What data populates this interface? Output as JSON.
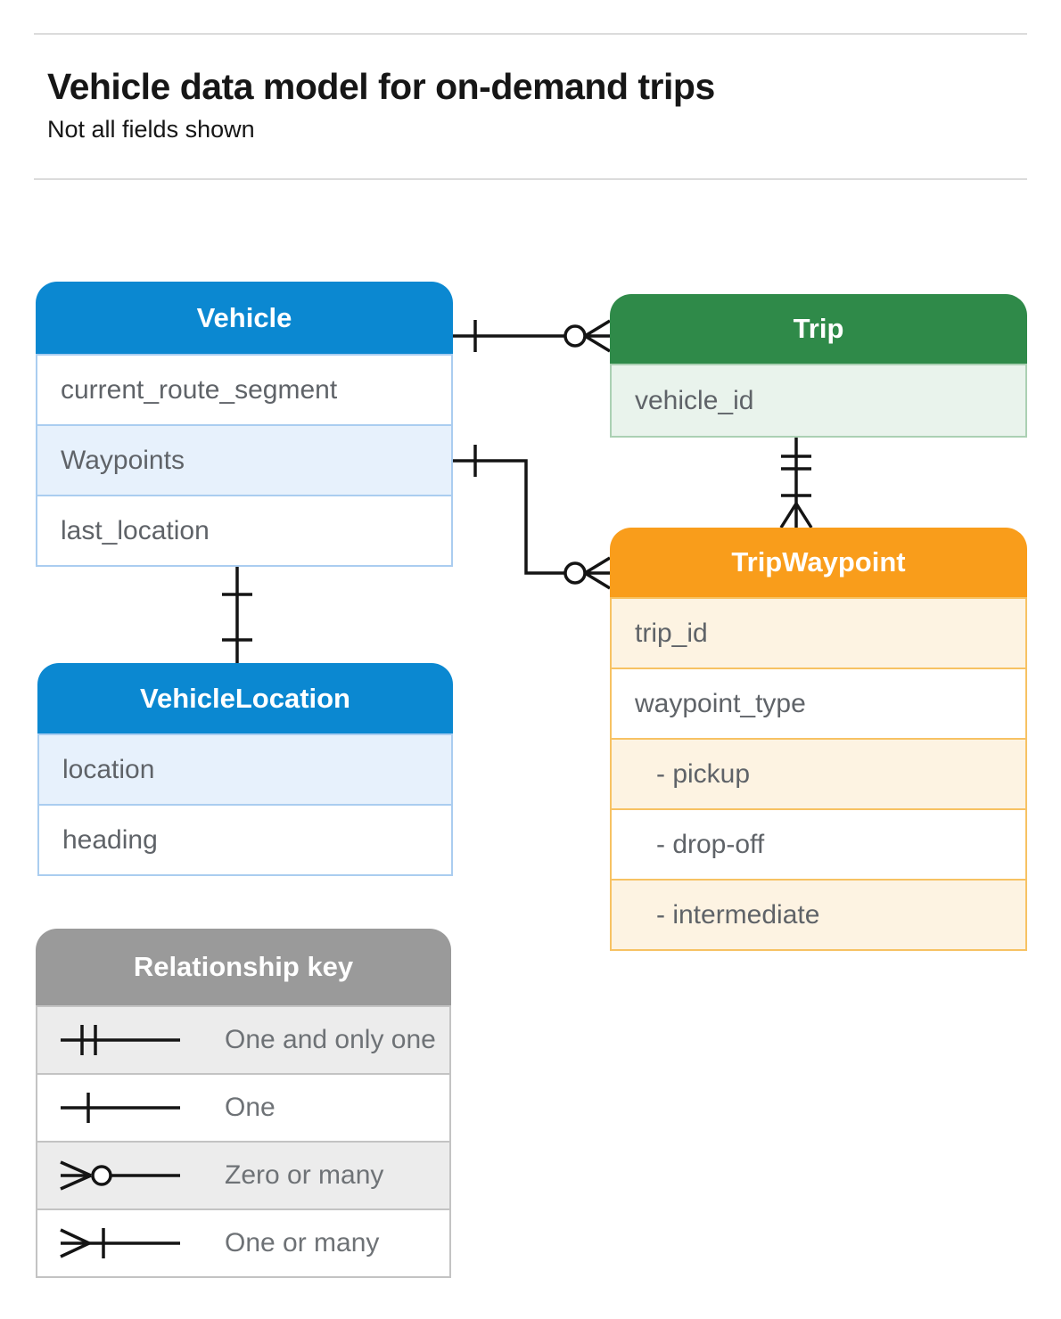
{
  "page": {
    "title": "Vehicle data model for on-demand trips",
    "subtitle": "Not all fields shown"
  },
  "entities": {
    "vehicle": {
      "title": "Vehicle",
      "fields": [
        {
          "label": "current_route_segment"
        },
        {
          "label": "Waypoints"
        },
        {
          "label": "last_location"
        }
      ]
    },
    "trip": {
      "title": "Trip",
      "fields": [
        {
          "label": "vehicle_id"
        }
      ]
    },
    "trip_waypoint": {
      "title": "TripWaypoint",
      "fields": [
        {
          "label": "trip_id"
        },
        {
          "label": "waypoint_type"
        },
        {
          "label": "- pickup"
        },
        {
          "label": "- drop-off"
        },
        {
          "label": "- intermediate"
        }
      ]
    },
    "vehicle_location": {
      "title": "VehicleLocation",
      "fields": [
        {
          "label": "location"
        },
        {
          "label": "heading"
        }
      ]
    }
  },
  "legend": {
    "title": "Relationship key",
    "items": [
      {
        "label": "One and only one",
        "icon": "one-and-only-one-icon"
      },
      {
        "label": "One",
        "icon": "one-icon"
      },
      {
        "label": "Zero or many",
        "icon": "zero-or-many-icon"
      },
      {
        "label": "One or many",
        "icon": "one-or-many-icon"
      }
    ]
  },
  "relationships": [
    {
      "from": "Vehicle",
      "to": "Trip",
      "from_cardinality": "one",
      "to_cardinality": "zero or many"
    },
    {
      "from": "Vehicle.Waypoints",
      "to": "TripWaypoint",
      "from_cardinality": "one",
      "to_cardinality": "zero or many"
    },
    {
      "from": "Trip",
      "to": "TripWaypoint",
      "from_cardinality": "one and only one",
      "to_cardinality": "one or many"
    },
    {
      "from": "Vehicle",
      "to": "VehicleLocation",
      "from_cardinality": "one",
      "to_cardinality": "one"
    }
  ],
  "colors": {
    "blue": "#0b88d1",
    "blue_light": "#e7f1fc",
    "blue_border": "#aacdf0",
    "green": "#2f8a49",
    "green_light": "#e9f3ec",
    "green_border": "#abd0b3",
    "orange": "#f99d1b",
    "orange_light": "#fdf3e2",
    "orange_border": "#f7c263",
    "gray": "#9a9a9a",
    "gray_light": "#ececec",
    "gray_border": "#c3c3c3",
    "field_text": "#5f6368",
    "line": "#141414"
  }
}
